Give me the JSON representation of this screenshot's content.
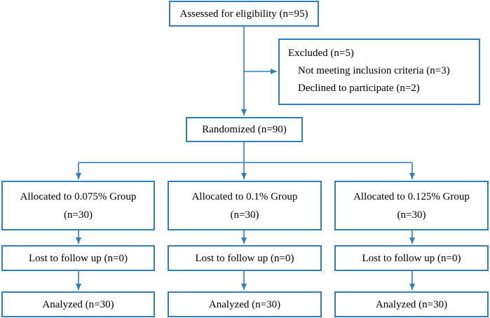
{
  "colors": {
    "border": "#2e7fbf",
    "arrow": "#2e7fbf",
    "text": "#000000",
    "background": "#ffffff"
  },
  "eligibility": {
    "label": "Assessed for eligibility (n=95)"
  },
  "excluded": {
    "title": "Excluded (n=5)",
    "reasons": [
      "Not meeting inclusion criteria (n=3)",
      "Declined to participate (n=2)"
    ]
  },
  "randomized": {
    "label": "Randomized (n=90)"
  },
  "groups": [
    {
      "allocated": "Allocated to 0.075% Group",
      "allocated_n": "(n=30)",
      "lost": "Lost to follow up (n=0)",
      "analyzed": "Analyzed (n=30)"
    },
    {
      "allocated": "Allocated to 0.1% Group",
      "allocated_n": "(n=30)",
      "lost": "Lost to follow up (n=0)",
      "analyzed": "Analyzed (n=30)"
    },
    {
      "allocated": "Allocated to 0.125% Group",
      "allocated_n": "(n=30)",
      "lost": "Lost to follow up (n=0)",
      "analyzed": "Analyzed (n=30)"
    }
  ]
}
